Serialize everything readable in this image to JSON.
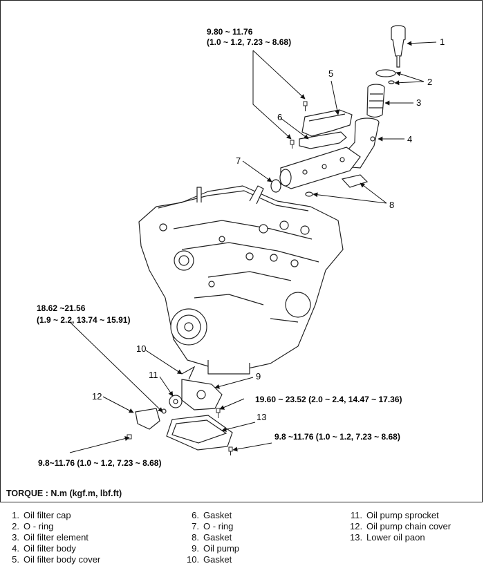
{
  "torques": {
    "t_top_value": "9.80 ~ 11.76",
    "t_top_sub": "(1.0 ~ 1.2, 7.23 ~ 8.68)",
    "t_left_value": "18.62 ~21.56",
    "t_left_sub": "(1.9 ~ 2.2, 13.74 ~ 15.91)",
    "t_pump": "19.60 ~ 23.52 (2.0 ~ 2.4, 14.47 ~ 17.36)",
    "t_pan": "9.8 ~11.76 (1.0 ~ 1.2, 7.23 ~ 8.68)",
    "t_bottom": "9.8~11.76 (1.0 ~ 1.2, 7.23 ~ 8.68)"
  },
  "callouts": [
    "1",
    "2",
    "3",
    "4",
    "5",
    "6",
    "7",
    "8",
    "9",
    "10",
    "11",
    "12",
    "13"
  ],
  "torque_unit": "TORQUE : N.m (kgf.m, lbf.ft)",
  "legend": [
    {
      "num": "1.",
      "label": "Oil filter cap"
    },
    {
      "num": "2.",
      "label": "O - ring"
    },
    {
      "num": "3.",
      "label": "Oil filter element"
    },
    {
      "num": "4.",
      "label": "Oil filter body"
    },
    {
      "num": "5.",
      "label": "Oil filter body cover"
    },
    {
      "num": "6.",
      "label": "Gasket"
    },
    {
      "num": "7.",
      "label": "O - ring"
    },
    {
      "num": "8.",
      "label": "Gasket"
    },
    {
      "num": "9.",
      "label": "Oil pump"
    },
    {
      "num": "10.",
      "label": "Gasket"
    },
    {
      "num": "11.",
      "label": "Oil pump sprocket"
    },
    {
      "num": "12.",
      "label": "Oil pump chain cover"
    },
    {
      "num": "13.",
      "label": "Lower oil paon"
    }
  ]
}
